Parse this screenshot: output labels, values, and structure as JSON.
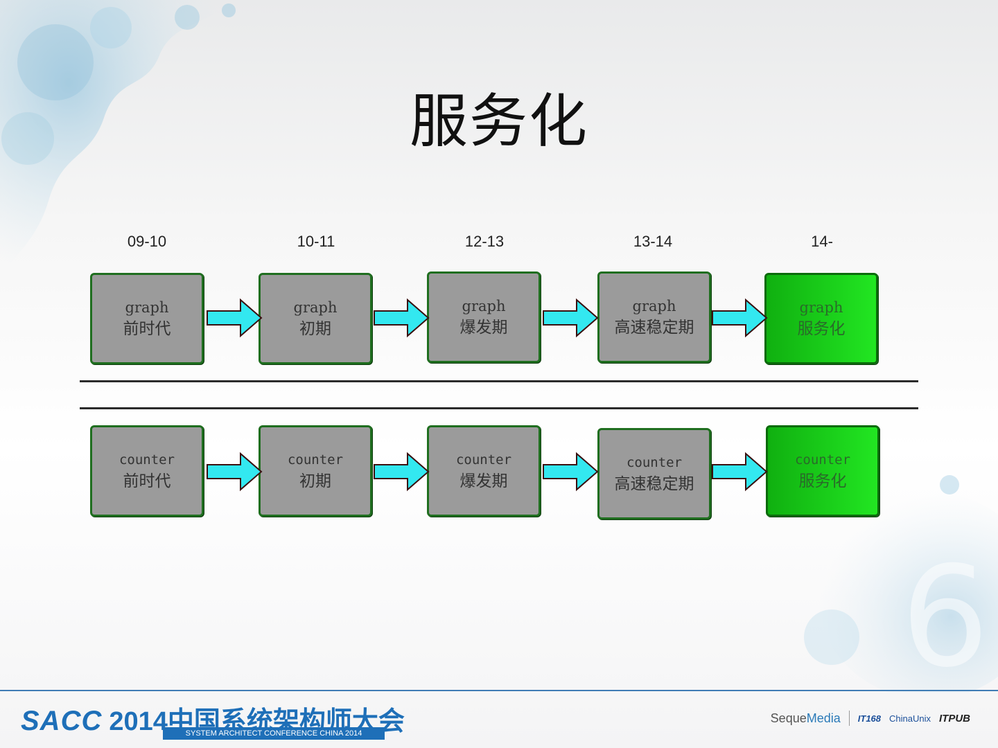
{
  "slide": {
    "title": "服务化"
  },
  "periods": [
    "09-10",
    "10-11",
    "12-13",
    "13-14",
    "14-"
  ],
  "graph_row": [
    {
      "name": "graph",
      "stage": "前时代"
    },
    {
      "name": "graph",
      "stage": "初期"
    },
    {
      "name": "graph",
      "stage": "爆发期"
    },
    {
      "name": "graph",
      "stage": "高速稳定期"
    },
    {
      "name": "graph",
      "stage": "服务化"
    }
  ],
  "counter_row": [
    {
      "name": "counter",
      "stage": "前时代"
    },
    {
      "name": "counter",
      "stage": "初期"
    },
    {
      "name": "counter",
      "stage": "爆发期"
    },
    {
      "name": "counter",
      "stage": "高速稳定期"
    },
    {
      "name": "counter",
      "stage": "服务化"
    }
  ],
  "colors": {
    "box_gray": "#9b9b9b",
    "box_green": "#22e622",
    "box_border": "#1f6e1f",
    "arrow_fill": "#33e8f0",
    "brand_blue": "#1e6fb8"
  },
  "footer": {
    "brand": "SACC",
    "brand_cn": "2014中国系统架构师大会",
    "brand_sub": "SYSTEM ARCHITECT CONFERENCE CHINA 2014",
    "sponsor_1_a": "Seque",
    "sponsor_1_b": "Media",
    "sponsor_2": "IT168",
    "sponsor_3": "ChinaUnix",
    "sponsor_4": "ITPUB"
  }
}
